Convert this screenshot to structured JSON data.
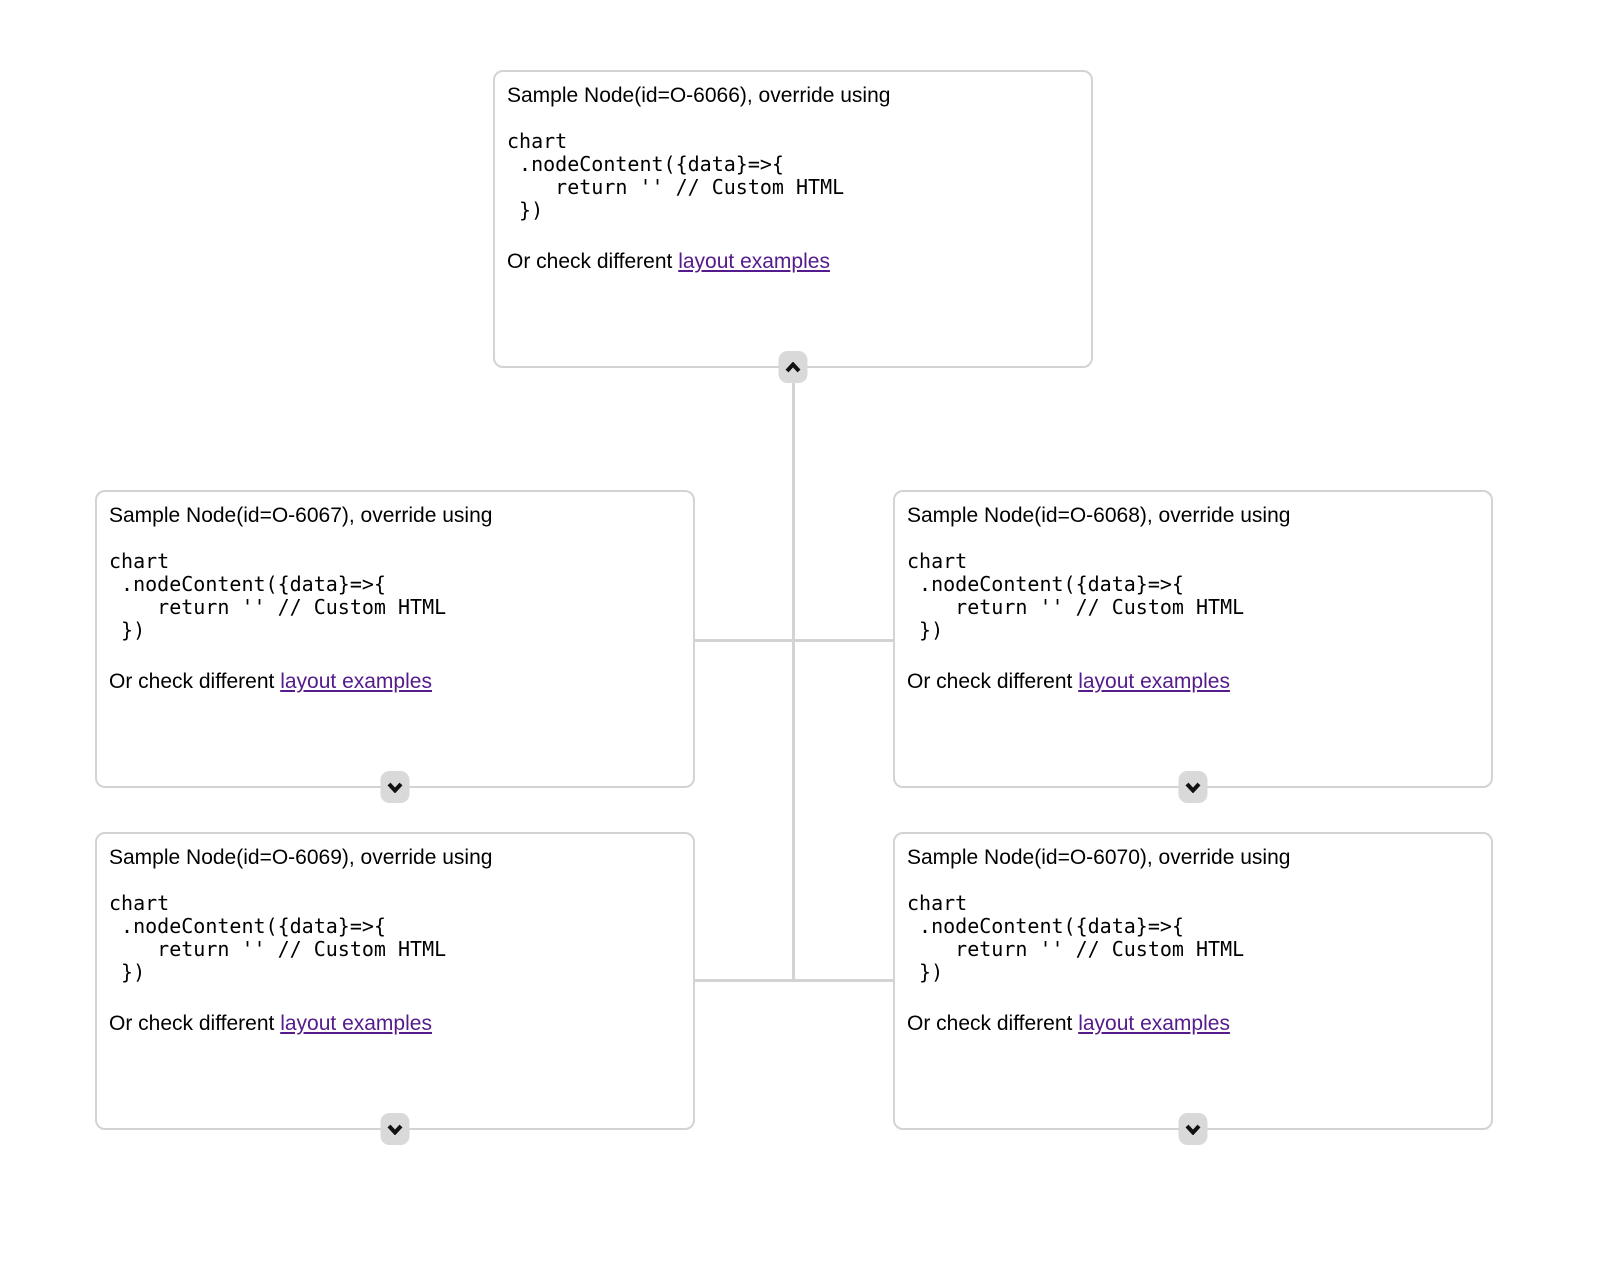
{
  "diagram": {
    "type": "org-chart",
    "background": "#ffffff",
    "colors": {
      "node_border": "#d3d3d3",
      "connector": "#d3d3d3",
      "button_background": "#d9d9d9",
      "button_icon": "#111111",
      "link": "#551a8b",
      "text": "#000000"
    }
  },
  "shared": {
    "code": "chart\n .nodeContent({data}=>{\n    return '' // Custom HTML\n })",
    "footer_prefix": "Or check different ",
    "link_label": "layout examples"
  },
  "nodes": [
    {
      "id": "O-6066",
      "title": "Sample Node(id=O-6066), override using",
      "toggle_icon": "chevron-up"
    },
    {
      "id": "O-6067",
      "title": "Sample Node(id=O-6067), override using",
      "toggle_icon": "chevron-down"
    },
    {
      "id": "O-6068",
      "title": "Sample Node(id=O-6068), override using",
      "toggle_icon": "chevron-down"
    },
    {
      "id": "O-6069",
      "title": "Sample Node(id=O-6069), override using",
      "toggle_icon": "chevron-down"
    },
    {
      "id": "O-6070",
      "title": "Sample Node(id=O-6070), override using",
      "toggle_icon": "chevron-down"
    }
  ]
}
